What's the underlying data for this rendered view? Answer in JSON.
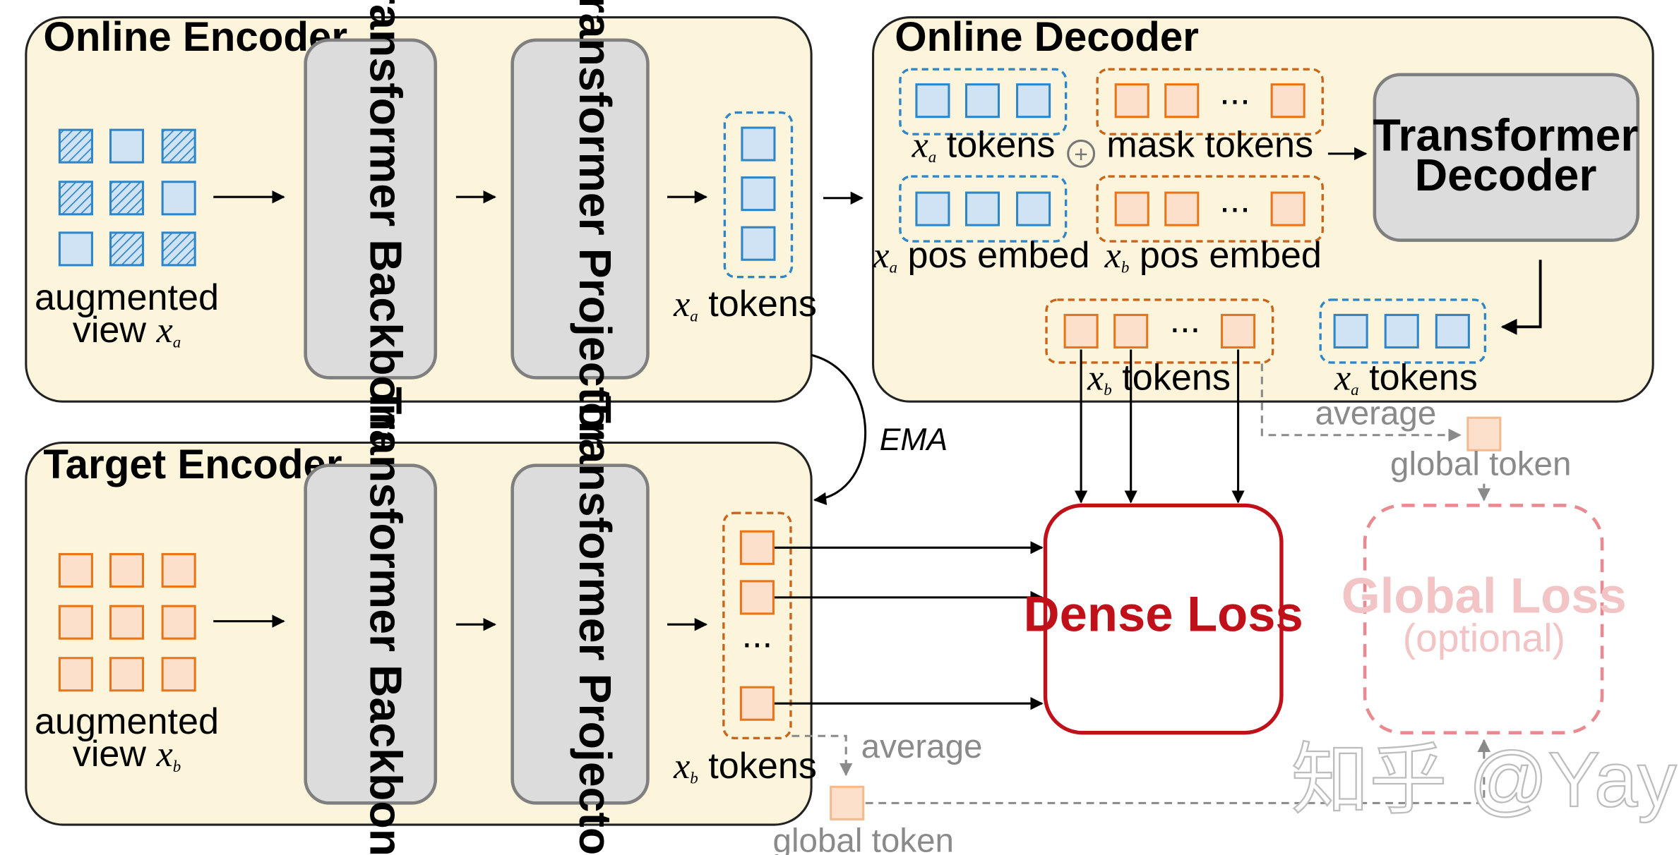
{
  "online_encoder": {
    "title": "Online Encoder",
    "backbone_label": "Transformer Backbone",
    "projector_label": "Transformer Projector",
    "input_caption_line1": "augmented",
    "input_caption_line2": "view",
    "input_var": "x",
    "input_sub": "a",
    "tokens_var": "x",
    "tokens_sub": "a",
    "tokens_word": "tokens"
  },
  "target_encoder": {
    "title": "Target Encoder",
    "backbone_label": "Transformer Backbone",
    "projector_label": "Transformer Projector",
    "input_caption_line1": "augmented",
    "input_caption_line2": "view",
    "input_var": "x",
    "input_sub": "b",
    "tokens_var": "x",
    "tokens_sub": "b",
    "tokens_word": "tokens",
    "ellipsis": "...",
    "average_label": "average",
    "global_token_label": "global token"
  },
  "online_decoder": {
    "title": "Online Decoder",
    "xa_tokens_var": "x",
    "xa_tokens_sub": "a",
    "xa_tokens_word": "tokens",
    "mask_tokens_label": "mask tokens",
    "xa_pos_var": "x",
    "xa_pos_sub": "a",
    "xa_pos_word": "pos embed",
    "xb_pos_var": "x",
    "xb_pos_sub": "b",
    "xb_pos_word": "pos embed",
    "plus_symbol": "+",
    "ellipsis": "...",
    "decoder_line1": "Transformer",
    "decoder_line2": "Decoder",
    "out_xb_var": "x",
    "out_xb_sub": "b",
    "out_xb_word": "tokens",
    "out_xa_var": "x",
    "out_xa_sub": "a",
    "out_xa_word": "tokens",
    "average_label": "average",
    "global_token_label": "global token"
  },
  "ema_label": "EMA",
  "dense_loss_label": "Dense Loss",
  "global_loss_label": "Global Loss",
  "global_loss_sub": "(optional)",
  "watermark": "知乎 @Yaya Shi",
  "colors": {
    "panel_fill": "#fdf4dc",
    "blue_stroke": "#2e86c8",
    "blue_fill": "#cfe3f5",
    "orange_stroke": "#e8751a",
    "orange_fill": "#fde0cc",
    "dense_red": "#c0101a",
    "global_pink": "#f0a0a6",
    "block_gray": "#dcdcdc"
  },
  "icons": [
    "hatched-patch-icon",
    "plain-patch-icon",
    "token-square-icon",
    "plus-circle-icon",
    "arrow-icon"
  ]
}
